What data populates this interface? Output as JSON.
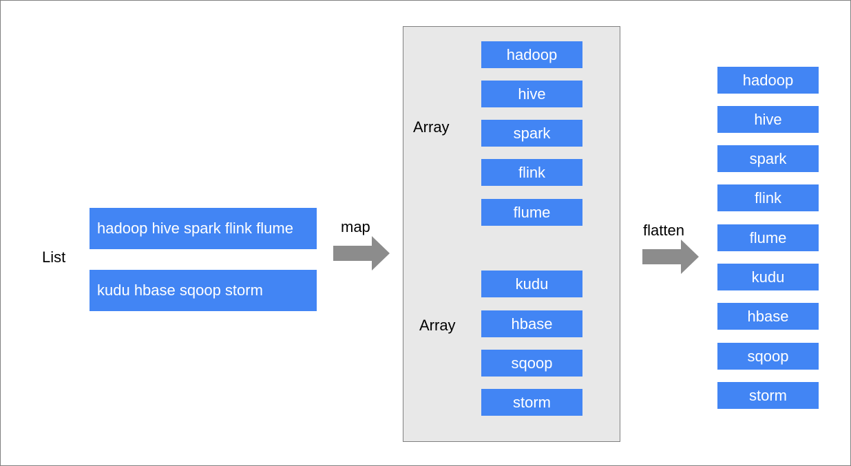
{
  "list_label": "List",
  "list_items": [
    "hadoop hive spark flink flume",
    "kudu hbase sqoop storm"
  ],
  "map_label": "map",
  "array_groups": [
    {
      "label": "Array",
      "items": [
        "hadoop",
        "hive",
        "spark",
        "flink",
        "flume"
      ]
    },
    {
      "label": "Array",
      "items": [
        "kudu",
        "hbase",
        "sqoop",
        "storm"
      ]
    }
  ],
  "flatten_label": "flatten",
  "flattened_items": [
    "hadoop",
    "hive",
    "spark",
    "flink",
    "flume",
    "kudu",
    "hbase",
    "sqoop",
    "storm"
  ],
  "colors": {
    "box_fill": "#4285f4",
    "panel_fill": "#e8e8e8",
    "arrow_fill": "#8c8c8c"
  }
}
